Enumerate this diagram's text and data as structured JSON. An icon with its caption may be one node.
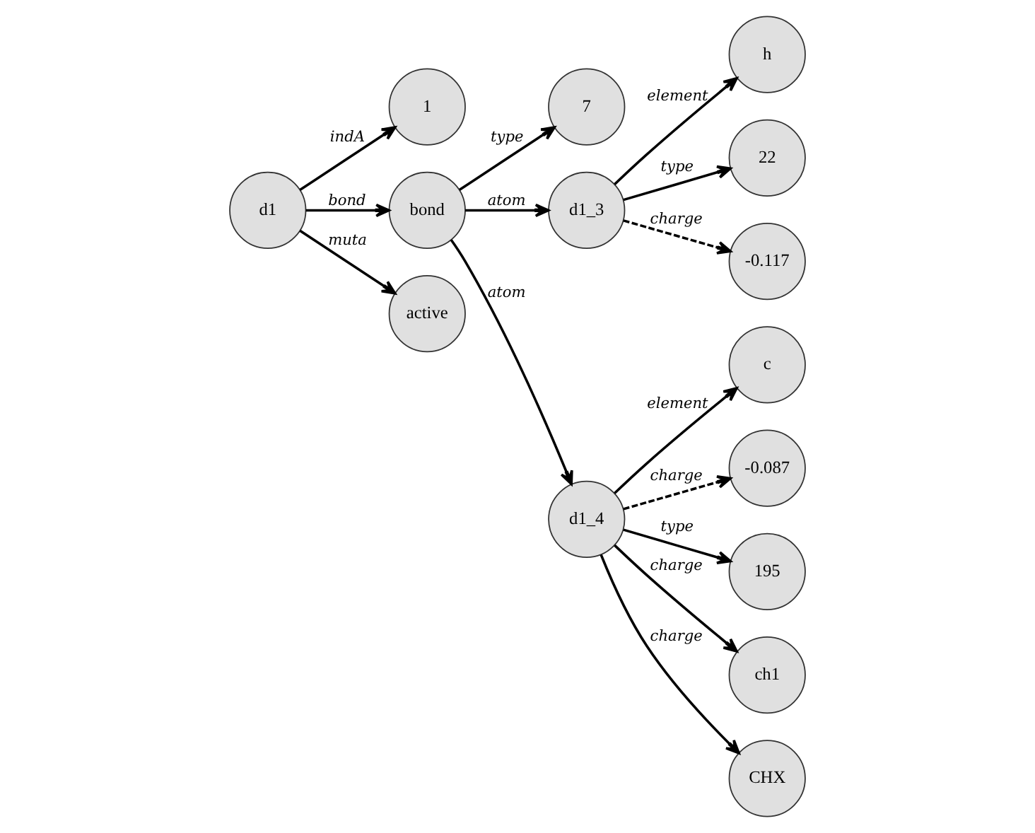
{
  "diagram": {
    "nodes": [
      {
        "text": [
          "h"
        ]
      },
      {
        "text": [
          "22"
        ]
      },
      {
        "text": [
          "7"
        ]
      },
      {
        "text": [
          "d1_3"
        ]
      },
      {
        "text": [
          "-0.117"
        ]
      },
      {
        "text": [
          "1"
        ]
      },
      {
        "text": [
          "d1"
        ]
      },
      {
        "text": [
          "bond"
        ]
      },
      {
        "text": [
          "c"
        ]
      },
      {
        "text": [
          "active"
        ]
      },
      {
        "text": [
          "d1_4"
        ]
      },
      {
        "text": [
          "-0.087"
        ]
      },
      {
        "text": [
          "195"
        ]
      },
      {
        "text": [
          "ch1"
        ]
      },
      {
        "text": [
          "CHX"
        ]
      }
    ],
    "edges": [
      {
        "from": 6,
        "to": 5,
        "arrow": "to",
        "label": "indA"
      },
      {
        "from": 6,
        "to": 9,
        "arrow": "to",
        "label": "muta"
      },
      {
        "from": 6,
        "to": 7,
        "arrow": "to",
        "label": "bond"
      },
      {
        "from": 7,
        "to": 2,
        "arrow": "to",
        "label": "type"
      },
      {
        "from": 7,
        "to": 3,
        "arrow": "to",
        "label": "atom"
      },
      {
        "from": 7,
        "to": 10,
        "arrow": "to",
        "label": "atom"
      },
      {
        "from": 3,
        "to": 1,
        "arrow": "to",
        "label": "type"
      },
      {
        "from": 3,
        "to": 0,
        "arrow": "to",
        "label": "element"
      },
      {
        "from": 3,
        "to": 4,
        "arrow": "to",
        "label": "charge",
        "style": "dashed"
      },
      {
        "from": 10,
        "to": 8,
        "arrow": "to",
        "label": "element"
      },
      {
        "from": 10,
        "to": 11,
        "arrow": "to",
        "label": "charge",
        "style": "dashed"
      },
      {
        "from": 10,
        "to": 12,
        "arrow": "to",
        "label": "type"
      },
      {
        "from": 10,
        "to": 14,
        "arrow": "to",
        "label": "charge"
      },
      {
        "from": 10,
        "to": 13,
        "arrow": "to",
        "label": "charge"
      }
    ]
  }
}
